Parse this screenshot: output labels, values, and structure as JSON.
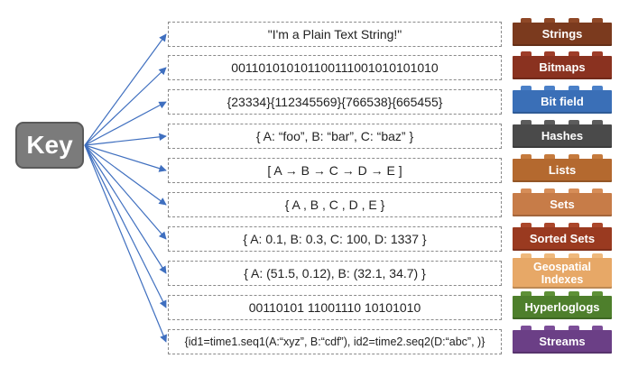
{
  "key_label": "Key",
  "rows": [
    {
      "value": "\"I'm a Plain Text String!\"",
      "type": "Strings",
      "color": "#7b3a1e",
      "stud": "#8f4827"
    },
    {
      "value": "001101010101100111001010101010",
      "type": "Bitmaps",
      "color": "#8a3220",
      "stud": "#9e3d29"
    },
    {
      "value": "{23334}{112345569}{766538}{665455}",
      "type": "Bit field",
      "color": "#3a6fb7",
      "stud": "#4a80c8"
    },
    {
      "value": "{ A: “foo”, B: “bar”, C: “baz”  }",
      "type": "Hashes",
      "color": "#4a4a4a",
      "stud": "#5c5c5c"
    },
    {
      "value": "[ A → B → C → D → E ]",
      "type": "Lists",
      "color": "#b4692f",
      "stud": "#c57a3d"
    },
    {
      "value": "{  A , B , C , D , E  }",
      "type": "Sets",
      "color": "#c77c48",
      "stud": "#d68d58"
    },
    {
      "value": "{ A: 0.1, B: 0.3, C: 100, D: 1337 }",
      "type": "Sorted Sets",
      "color": "#9a3a20",
      "stud": "#ab472b"
    },
    {
      "value": "{ A: (51.5, 0.12), B: (32.1, 34.7)  }",
      "type": "Geospatial Indexes",
      "color": "#e7a867",
      "stud": "#efb97c"
    },
    {
      "value": "00110101 11001110 10101010",
      "type": "Hyperloglogs",
      "color": "#4e7f2c",
      "stud": "#5e9137"
    },
    {
      "value": "{id1=time1.seq1(A:“xyz”, B:“cdf”), id2=time2.seq2(D:“abc”, )}",
      "type": "Streams",
      "color": "#6b3f86",
      "stud": "#7c4e98"
    }
  ],
  "colors": {
    "arrow": "#3f6fbf",
    "key_fill": "#7b7b7b",
    "box_border": "#8a8a8a"
  }
}
